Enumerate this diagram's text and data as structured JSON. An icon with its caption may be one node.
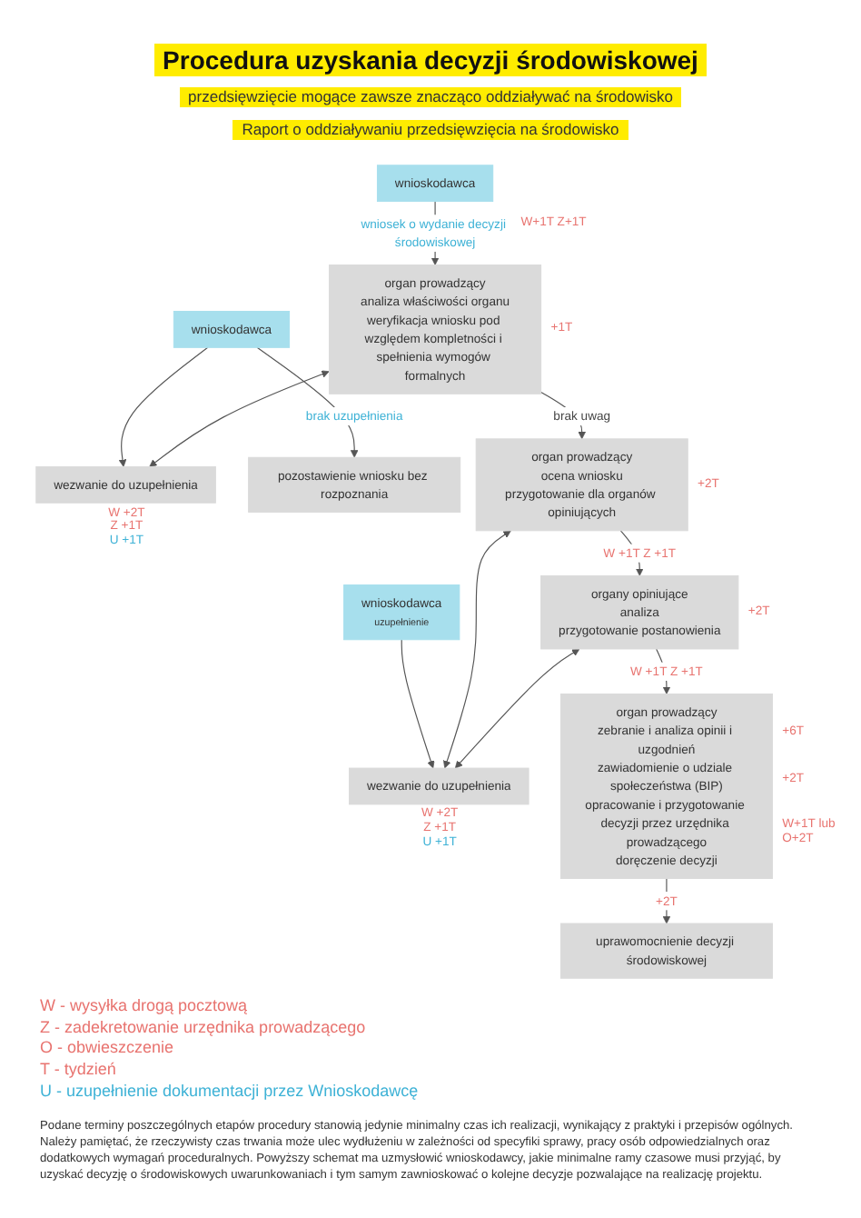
{
  "diagram": {
    "title": "Procedura uzyskania decyzji środowiskowej",
    "caption": "Podane terminy poszczególnych etapów procedury stanowią jedynie minimalny czas ich realizacji, wynikający z praktyki i przepisów ogólnych. Należy pamiętać, że rzeczywisty czas trwania może ulec wydłużeniu w zależności od specyfiki sprawy, pracy osób odpowiedzialnych oraz dodatkowych wymagań proceduralnych. Powyższy schemat ma uzmysłowić wnioskodawcy, jakie minimalne ramy czasowe musi przyjąć, by uzyskać decyzję o środowiskowych uwarunkowaniach i tym samym zawnioskować o kolejne decyzje pozwalające na realizację projektu.",
    "nodes": [
      {
        "text": [
          "wnioskodawca"
        ]
      },
      {
        "text": [
          "wnioskodawca"
        ]
      },
      {
        "text": [
          "wezwanie do uzupełnienia"
        ],
        "beside": [
          "W +2T",
          "Z +1T",
          "U +1T"
        ]
      },
      {
        "text": [
          "organ prowadzący",
          "analiza właściwości organu",
          "weryfikacja wniosku pod względem kompletności i spełnienia wymogów formalnych"
        ],
        "beside": [
          "+1T"
        ]
      },
      {
        "text": [
          "pozostawienie wniosku bez rozpoznania"
        ]
      },
      {
        "text": [
          "organ prowadzący",
          "ocena wniosku",
          "przygotowanie dla organów opiniujących"
        ],
        "beside": [
          "+2T"
        ]
      },
      {
        "text": [
          "wnioskodawca",
          "uzupełnienie"
        ]
      },
      {
        "text": [
          "wezwanie do uzupełnienia"
        ],
        "beside": [
          "W +2T",
          "Z +1T",
          "U +1T"
        ]
      },
      {
        "text": [
          "organy opiniujące",
          "analiza",
          "przygotowanie postanowienia"
        ],
        "beside": [
          "+2T"
        ]
      },
      {
        "text": [
          "organ prowadzący",
          "zebranie i analiza opinii i uzgodnień",
          "zawiadomienie o udziale społeczeństwa (BIP)",
          "opracowanie i przygotowanie decyzji przez urzędnika prowadzącego",
          "doręczenie decyzji"
        ],
        "beside": [
          "+6T",
          "+2T",
          "W+1T lub O+2T"
        ]
      },
      {
        "text": [
          "uprawomocnienie decyzji środowiskowej"
        ]
      }
    ],
    "edges": [
      {
        "from": 0,
        "to": 3,
        "arrow": "to",
        "label": "wniosek o wydanie decyzji środowiskowej"
      },
      {
        "from": 1,
        "to": 2,
        "arrow": "to"
      },
      {
        "from": 3,
        "to": 2,
        "arrow": "both"
      },
      {
        "from": 1,
        "to": 4,
        "arrow": "to",
        "label": "brak uzupełnienia"
      },
      {
        "from": 3,
        "to": 5,
        "arrow": "to",
        "label": "brak uwag"
      },
      {
        "from": 6,
        "to": 7,
        "arrow": "to"
      },
      {
        "from": 5,
        "to": 7,
        "arrow": "both"
      },
      {
        "from": 8,
        "to": 7,
        "arrow": "both"
      },
      {
        "from": 5,
        "to": 8,
        "arrow": "to",
        "label": "W +1T Z +1T"
      },
      {
        "from": 8,
        "to": 9,
        "arrow": "to",
        "label": "W +1T Z +1T"
      },
      {
        "from": 9,
        "to": 10,
        "arrow": "to",
        "label": "+2T"
      }
    ],
    "labels": [
      "przedsięwzięcie mogące zawsze znacząco oddziaływać na środowisko",
      "Raport o oddziaływaniu przedsięwzięcia na środowisko",
      "W+1T Z+1T"
    ],
    "legend": [
      {
        "text": "W - wysyłka drogą pocztową"
      },
      {
        "text": "Z - zadekretowanie urzędnika prowadzącego"
      },
      {
        "text": "O - obwieszczenie"
      },
      {
        "text": "T - tydzień"
      },
      {
        "text": "U - uzupełnienie dokumentacji przez Wnioskodawcę"
      }
    ]
  }
}
